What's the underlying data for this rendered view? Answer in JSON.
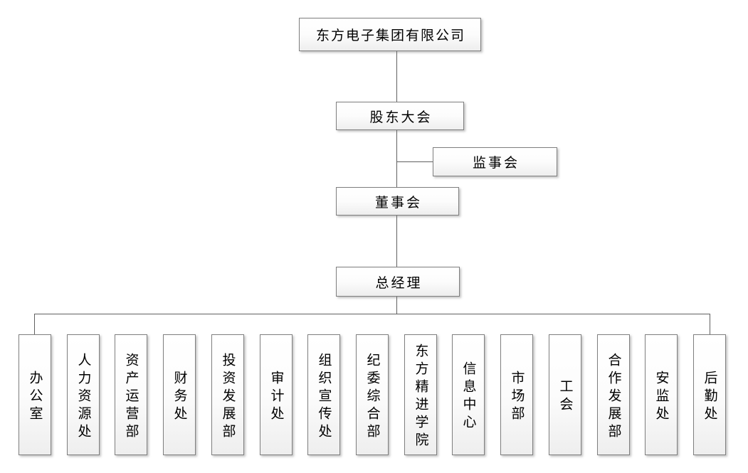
{
  "org_chart": {
    "company": "东方电子集团有限公司",
    "levels": {
      "shareholders_meeting": "股东大会",
      "supervisory_board": "监事会",
      "board_of_directors": "董事会",
      "general_manager": "总经理"
    },
    "departments": [
      "办公室",
      "人力资源处",
      "资产运营部",
      "财务处",
      "投资发展部",
      "审计处",
      "组织宣传处",
      "纪委综合部",
      "东方精进学院",
      "信息中心",
      "市场部",
      "工会",
      "合作发展部",
      "安监处",
      "后勤处"
    ],
    "line_color": "#606060",
    "border_color": "#7f7f7f"
  }
}
